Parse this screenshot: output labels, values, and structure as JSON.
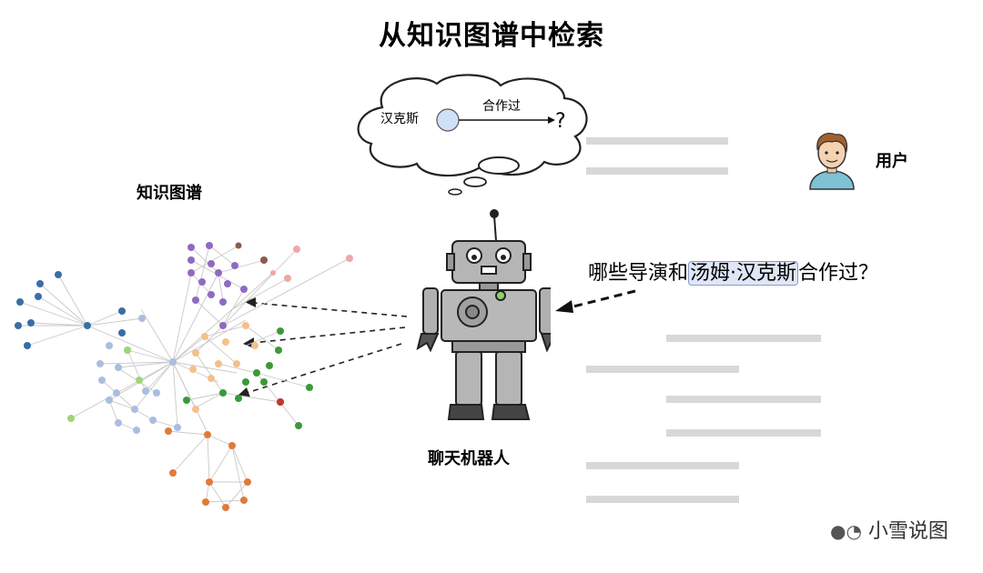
{
  "title": "从知识图谱中检索",
  "knowledge_graph_label": "知识图谱",
  "chatbot_label": "聊天机器人",
  "user_label": "用户",
  "thought_bubble": {
    "subject": "汉克斯",
    "relation": "合作过",
    "object": "?"
  },
  "question": {
    "prefix": "哪些导演和",
    "highlight": "汤姆·汉克斯",
    "suffix": "合作过？"
  },
  "watermark": "小雪说图",
  "colors": {
    "purple": "#8e6bbf",
    "blue": "#3a6ea5",
    "light_blue": "#a9bee0",
    "orange_light": "#f4c08a",
    "orange": "#e07b39",
    "green": "#3a9a3a",
    "light_green": "#9fd47c",
    "pink": "#f2a6a6",
    "brown": "#8b5a4a",
    "red": "#c0392b",
    "text_line": "#d8d8d8",
    "highlight_bg": "#dfe6f6"
  }
}
